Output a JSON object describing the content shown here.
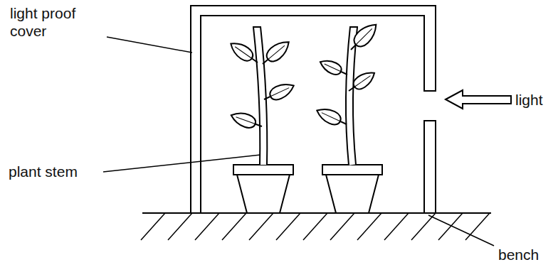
{
  "diagram": {
    "labels": [
      "light proof cover",
      "light",
      "plant stem",
      "bench"
    ]
  }
}
